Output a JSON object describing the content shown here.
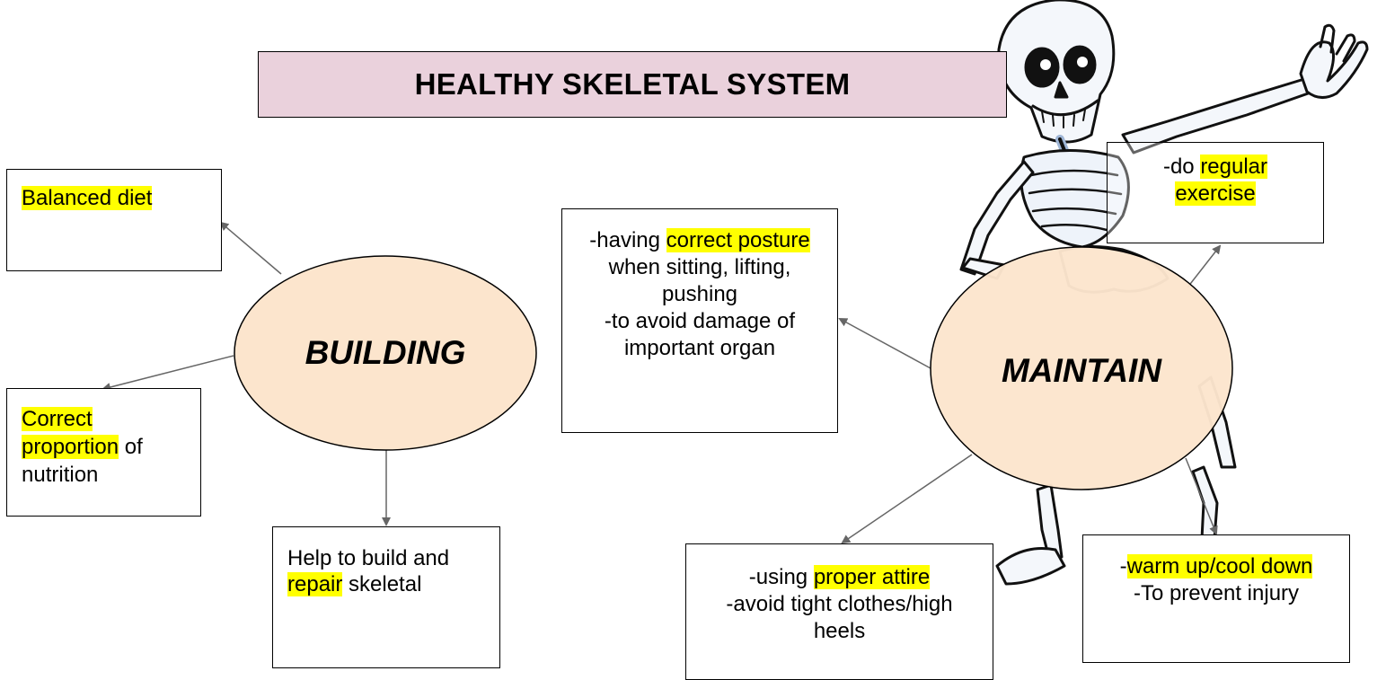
{
  "title": "HEALTHY SKELETAL SYSTEM",
  "nodes": {
    "building": "BUILDING",
    "maintain": "MAINTAIN"
  },
  "boxes": {
    "balanced_diet": {
      "hl": "Balanced diet"
    },
    "correct_proportion": {
      "hl": "Correct proportion",
      "rest": " of nutrition"
    },
    "build_repair": {
      "pre": "Help to build and ",
      "hl": "repair",
      "post": " skeletal"
    },
    "posture": {
      "pre": "-having ",
      "hl": "correct posture",
      "post": " when sitting, lifting, pushing",
      "line2": "-to avoid damage of important organ"
    },
    "exercise": {
      "pre": "-do ",
      "hl": "regular exercise"
    },
    "attire": {
      "pre": "-using ",
      "hl": "proper attire",
      "line2": "-avoid tight clothes/high heels"
    },
    "warmup": {
      "pre": "-",
      "hl": "warm up/cool down",
      "line2": "-To prevent injury"
    }
  },
  "colors": {
    "ellipse_fill": "#fce5cd",
    "title_fill": "#ead1dc",
    "highlight": "#ffff00",
    "bone": "#f4f7fb",
    "bone_shade": "#9fb6d6"
  },
  "illustration": "cartoon-skeleton-waving"
}
